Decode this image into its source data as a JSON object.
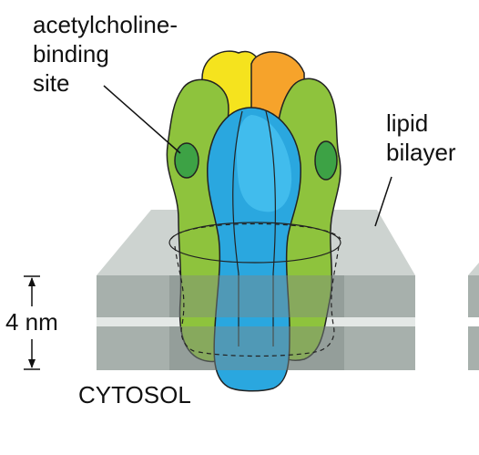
{
  "labels": {
    "binding_site_line1": "acetylcholine-",
    "binding_site_line2": "binding",
    "binding_site_line3": "site",
    "lipid_line1": "lipid",
    "lipid_line2": "bilayer",
    "thickness": "4 nm",
    "cytosol": "CYTOSOL"
  },
  "colors": {
    "membrane_light": "#c9cfcc",
    "membrane_mid": "#a9b2ae",
    "membrane_dark": "#8f9893",
    "subunit_green": "#8cc43c",
    "subunit_green_dark": "#5e8f2a",
    "binding_pocket": "#3fa040",
    "subunit_yellow": "#f4e21c",
    "subunit_orange": "#f7a32a",
    "subunit_blue": "#29a8e0",
    "subunit_blue_dark": "#1778b8"
  }
}
